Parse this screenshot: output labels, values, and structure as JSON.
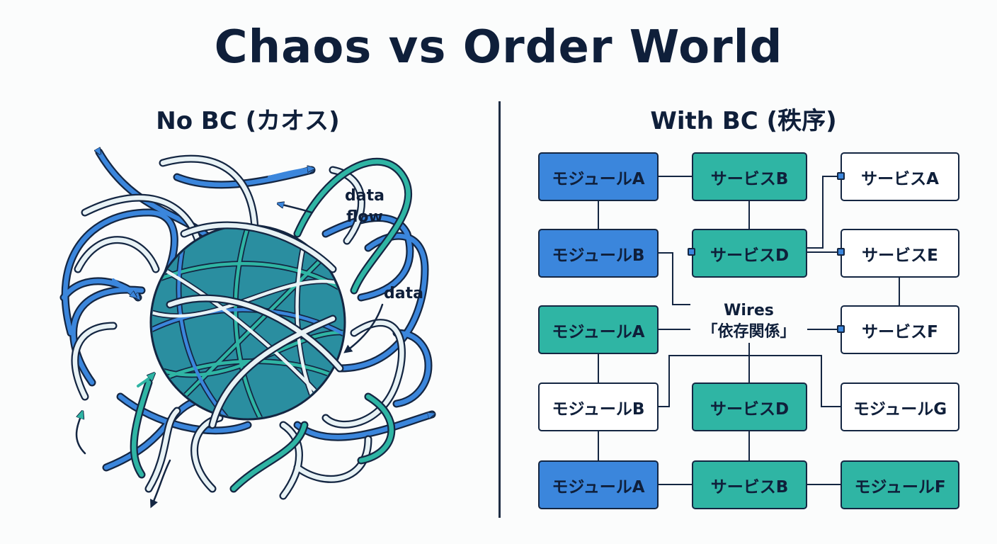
{
  "title": "Chaos vs Order World",
  "left_panel": {
    "heading": "No BC (カオス)",
    "label_data_flow": "data\nflow",
    "label_data": "data"
  },
  "right_panel": {
    "heading": "With BC (秩序)",
    "wires_label": "Wires\n「依存関係」",
    "nodes": {
      "c1r1": "モジュールA",
      "c1r2": "モジュールB",
      "c1r3": "モジュールA",
      "c1r4": "モジュールB",
      "c1r5": "モジュールA",
      "c2r1": "サービスB",
      "c2r2": "サービスD",
      "c2r4": "サービスD",
      "c2r5": "サービスB",
      "c3r1": "サービスA",
      "c3r2": "サービスE",
      "c3r3": "サービスF",
      "c3r4": "モジュールG",
      "c3r5": "モジュールF"
    }
  },
  "colors": {
    "navy": "#0f1f3a",
    "blue": "#3b86dc",
    "teal": "#2fb5a4",
    "white": "#ffffff"
  }
}
